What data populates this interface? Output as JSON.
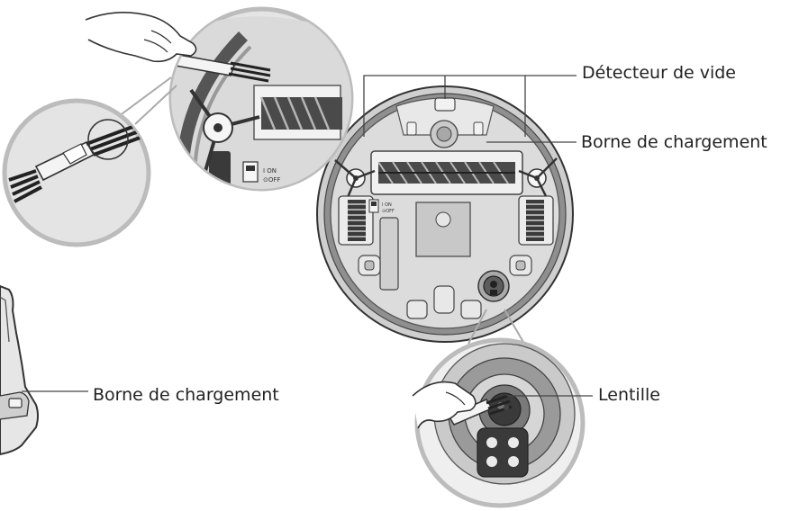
{
  "labels": {
    "cliff_sensor": "Détecteur de vide",
    "charging_terminal_robot": "Borne de chargement",
    "charging_terminal_station": "Borne de chargement",
    "lens": "Lentille"
  },
  "switch_text": {
    "on_zoom": "I ON",
    "off_zoom": "⊙OFF",
    "on_robot": "I ON",
    "off_robot": "⊙OFF"
  },
  "colors": {
    "line": "#333333",
    "robot_body": "#d6d6d6",
    "robot_rim": "#8a8a8a",
    "callout_fill": "#e4e4e4",
    "lens_ring": "#9a9a9a",
    "lens_dark": "#3a3a3a"
  },
  "icons": [
    "hand-icon",
    "cleaning-brush-icon",
    "side-brush-icon",
    "caster-wheel-icon",
    "power-switch-icon"
  ]
}
